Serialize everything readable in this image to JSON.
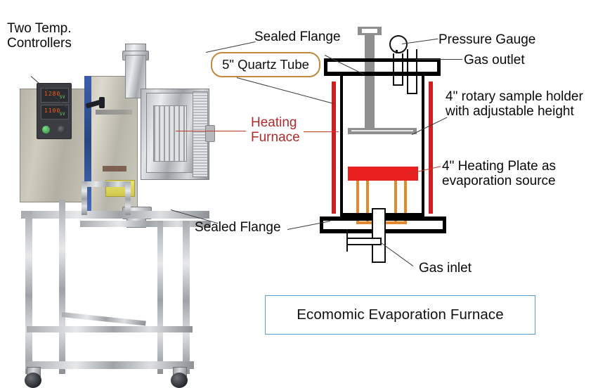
{
  "title": "Ecomomic Evaporation Furnace",
  "caption": {
    "text": "Ecomomic Evaporation Furnace",
    "border_color": "#5b9bd5"
  },
  "labels": {
    "two_temp_controllers": "Two Temp.\nControllers",
    "sealed_flange_top": "Sealed Flange",
    "quartz_tube": "5\" Quartz Tube",
    "pressure_gauge": "Pressure Gauge",
    "gas_outlet": "Gas outlet",
    "rotary_sample_holder": "4\" rotary sample holder\nwith adjustable height",
    "heating_furnace": "Heating\nFurnace",
    "heating_plate": "4\" Heating Plate as\nevaporation source",
    "sealed_flange_bottom": "Sealed Flange",
    "gas_inlet": "Gas inlet"
  },
  "colors": {
    "heating_element_red": "#cc2020",
    "heating_plate_red": "#e8201f",
    "support_orange": "#e0892f",
    "shaft_gray": "#8f8f8f",
    "tube_wall_black": "#000000",
    "label_red": "#b02b2b",
    "quartz_label_border": "#c08a3e",
    "caption_border": "#5b9bd5"
  },
  "photo": {
    "controller_display_1": "1280",
    "controller_display_2": "1100",
    "alt": "Economic evaporation tube furnace on aluminium frame cart"
  },
  "schematic": {
    "components": [
      "top-handle",
      "pressure-gauge",
      "gas-outlet-port",
      "top-sealed-flange",
      "quartz-tube-wall",
      "heating-elements",
      "rotary-sample-holder",
      "heating-plate",
      "support-legs",
      "bottom-sealed-flange",
      "gas-inlet-port"
    ]
  }
}
